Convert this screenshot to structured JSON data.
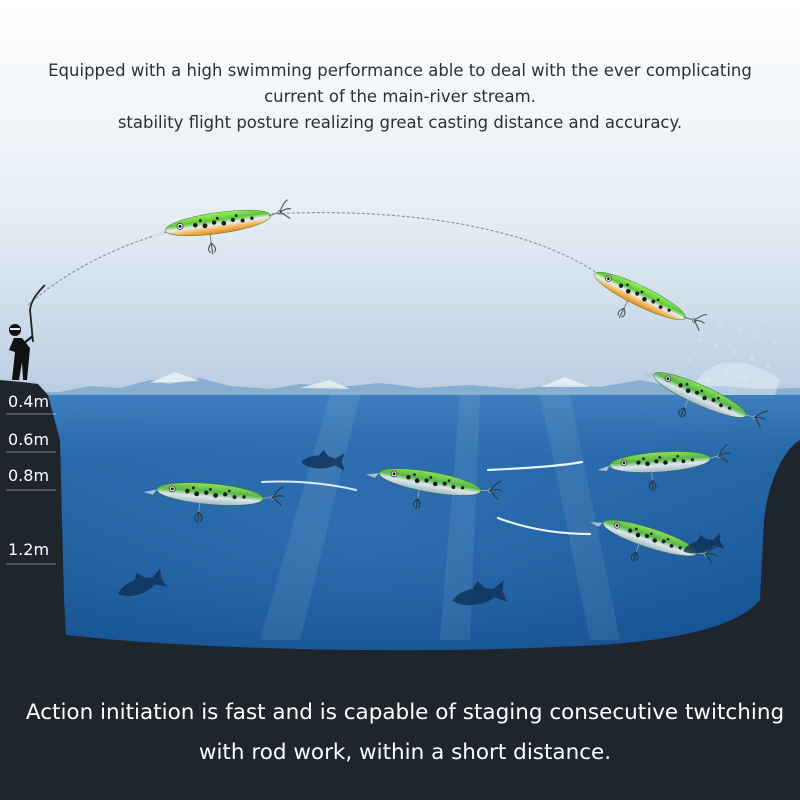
{
  "top_caption": {
    "line1": "Equipped with a high swimming performance able to deal with the ever complicating",
    "line2": "current of the main-river stream.",
    "line3": "stability flight posture realizing great casting distance and accuracy."
  },
  "depth_markers": [
    "0.4m",
    "0.6m",
    "0.8m",
    "1.2m"
  ],
  "bottom_caption": {
    "line1": "Action initiation is fast and is capable of staging consecutive twitching",
    "line2": "with rod work, within a short distance."
  },
  "colors": {
    "sky_top": "#ffffff",
    "sky_bottom": "#c5d6e6",
    "water_top": "#2f6fae",
    "water_bottom": "#0d3d7a",
    "cliff": "#1f252d",
    "lure_green": "#7ee04a",
    "lure_orange": "#f0a040"
  }
}
